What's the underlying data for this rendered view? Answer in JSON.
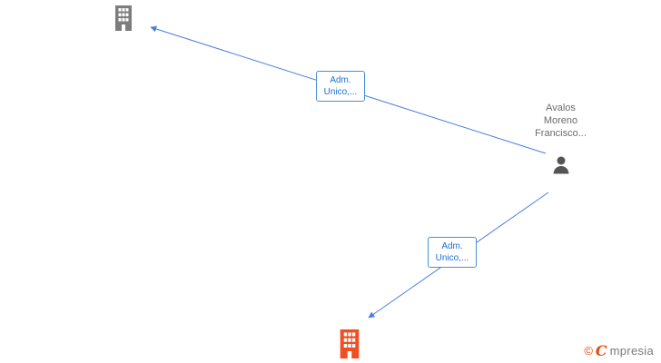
{
  "diagram": {
    "colors": {
      "edge": "#4a7ede",
      "label_border": "#4a90d9",
      "label_text": "#1f6fd0",
      "building_gray": "#7d7d7d",
      "building_orange": "#f04e23",
      "person": "#555555",
      "node_label_text": "#6b6b6b"
    },
    "nodes": {
      "company_top": {
        "type": "building",
        "color_key": "building_gray"
      },
      "person": {
        "label_lines": [
          "Avalos",
          "Moreno",
          "Francisco..."
        ]
      },
      "company_bottom": {
        "type": "building",
        "color_key": "building_orange"
      }
    },
    "edges": [
      {
        "from": "person",
        "to": "company_top",
        "label_lines": [
          "Adm.",
          "Unico,..."
        ]
      },
      {
        "from": "person",
        "to": "company_bottom",
        "label_lines": [
          "Adm.",
          "Unico,..."
        ]
      }
    ]
  },
  "footer": {
    "copyright_symbol": "©",
    "brand_initial": "C",
    "brand_rest": "mpresia"
  }
}
